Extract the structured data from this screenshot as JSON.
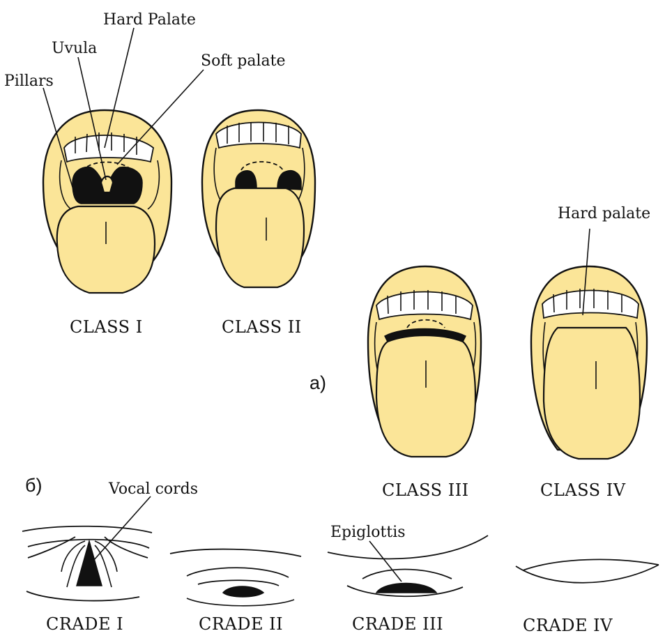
{
  "labels": {
    "hard_palate_top": "Hard Palate",
    "uvula": "Uvula",
    "soft_palate": "Soft palate",
    "pillars": "Pillars",
    "hard_palate_right": "Hard palate",
    "vocal_cords": "Vocal cords",
    "epiglottis": "Epiglottis"
  },
  "section_labels": {
    "a": "a)",
    "b": "б)"
  },
  "mallampati_classes": [
    "CLASS I",
    "CLASS II",
    "CLASS III",
    "CLASS IV"
  ],
  "cormack_grades": [
    "CRADE I",
    "CRADE II",
    "CRADE III",
    "CRADE IV"
  ],
  "colors": {
    "skin": "#fbe598",
    "outline": "#111111",
    "teeth": "#ffffff"
  }
}
